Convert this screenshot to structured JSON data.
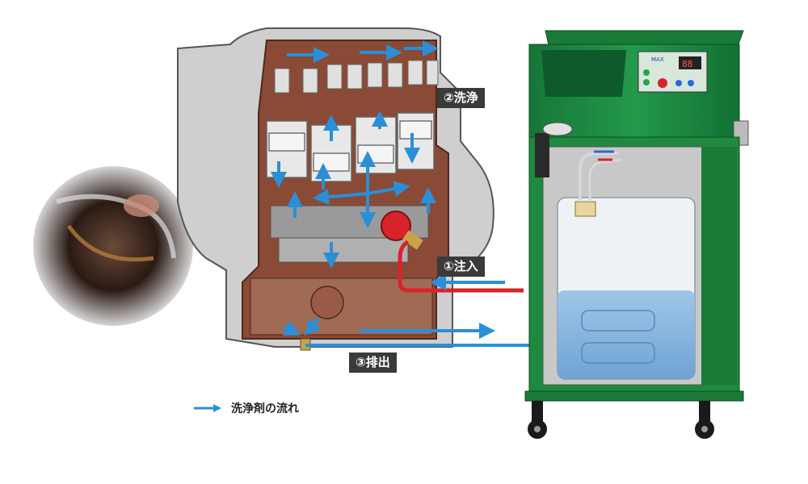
{
  "labels": {
    "wash": "②洗浄",
    "inject": "①注入",
    "drain": "③排出"
  },
  "legend": {
    "text": "洗浄剤の流れ",
    "icon": "blue-arrow-icon"
  },
  "machine_panel": {
    "brand": "MAX",
    "display": "88"
  },
  "colors": {
    "flow_arrow": "#2a8fd8",
    "inject_hose": "#d8232a",
    "drain_hose": "#2a8fd8",
    "machine_green": "#1f8a3f",
    "engine_interior": "#8a4a35",
    "engine_shell": "#c8c8c8",
    "label_bg": "#3a3a3a"
  }
}
